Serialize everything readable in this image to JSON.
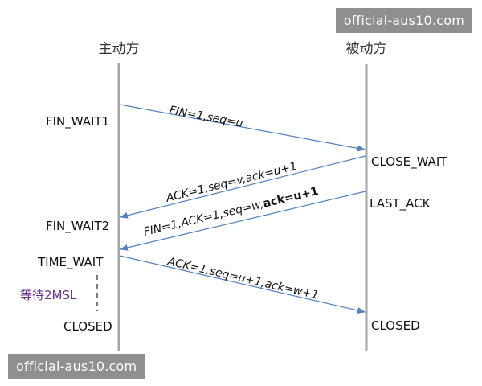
{
  "parties": {
    "active": "主动方",
    "passive": "被动方"
  },
  "states_active": {
    "fin_wait1": "FIN_WAIT1",
    "fin_wait2": "FIN_WAIT2",
    "time_wait": "TIME_WAIT",
    "closed": "CLOSED"
  },
  "states_passive": {
    "close_wait": "CLOSE_WAIT",
    "last_ack": "LAST_ACK",
    "closed": "CLOSED"
  },
  "messages": {
    "m1": "FIN=1,seq=u",
    "m2": "ACK=1,seq=v,ack=u+1",
    "m3_plain": "FIN=1,ACK=1,seq=w,",
    "m3_bold": "ack=u+1",
    "m4": "ACK=1,seq=u+1,ack=w+1"
  },
  "wait_label": "等待2MSL",
  "watermarks": {
    "top": "official-aus10.com",
    "bottom": "official-aus10.com"
  },
  "colors": {
    "lifeline": "#a6a6a6",
    "arrow": "#4f81bd",
    "wait_text": "#6a2f86",
    "watermark_bg": "#8f8f8f"
  }
}
